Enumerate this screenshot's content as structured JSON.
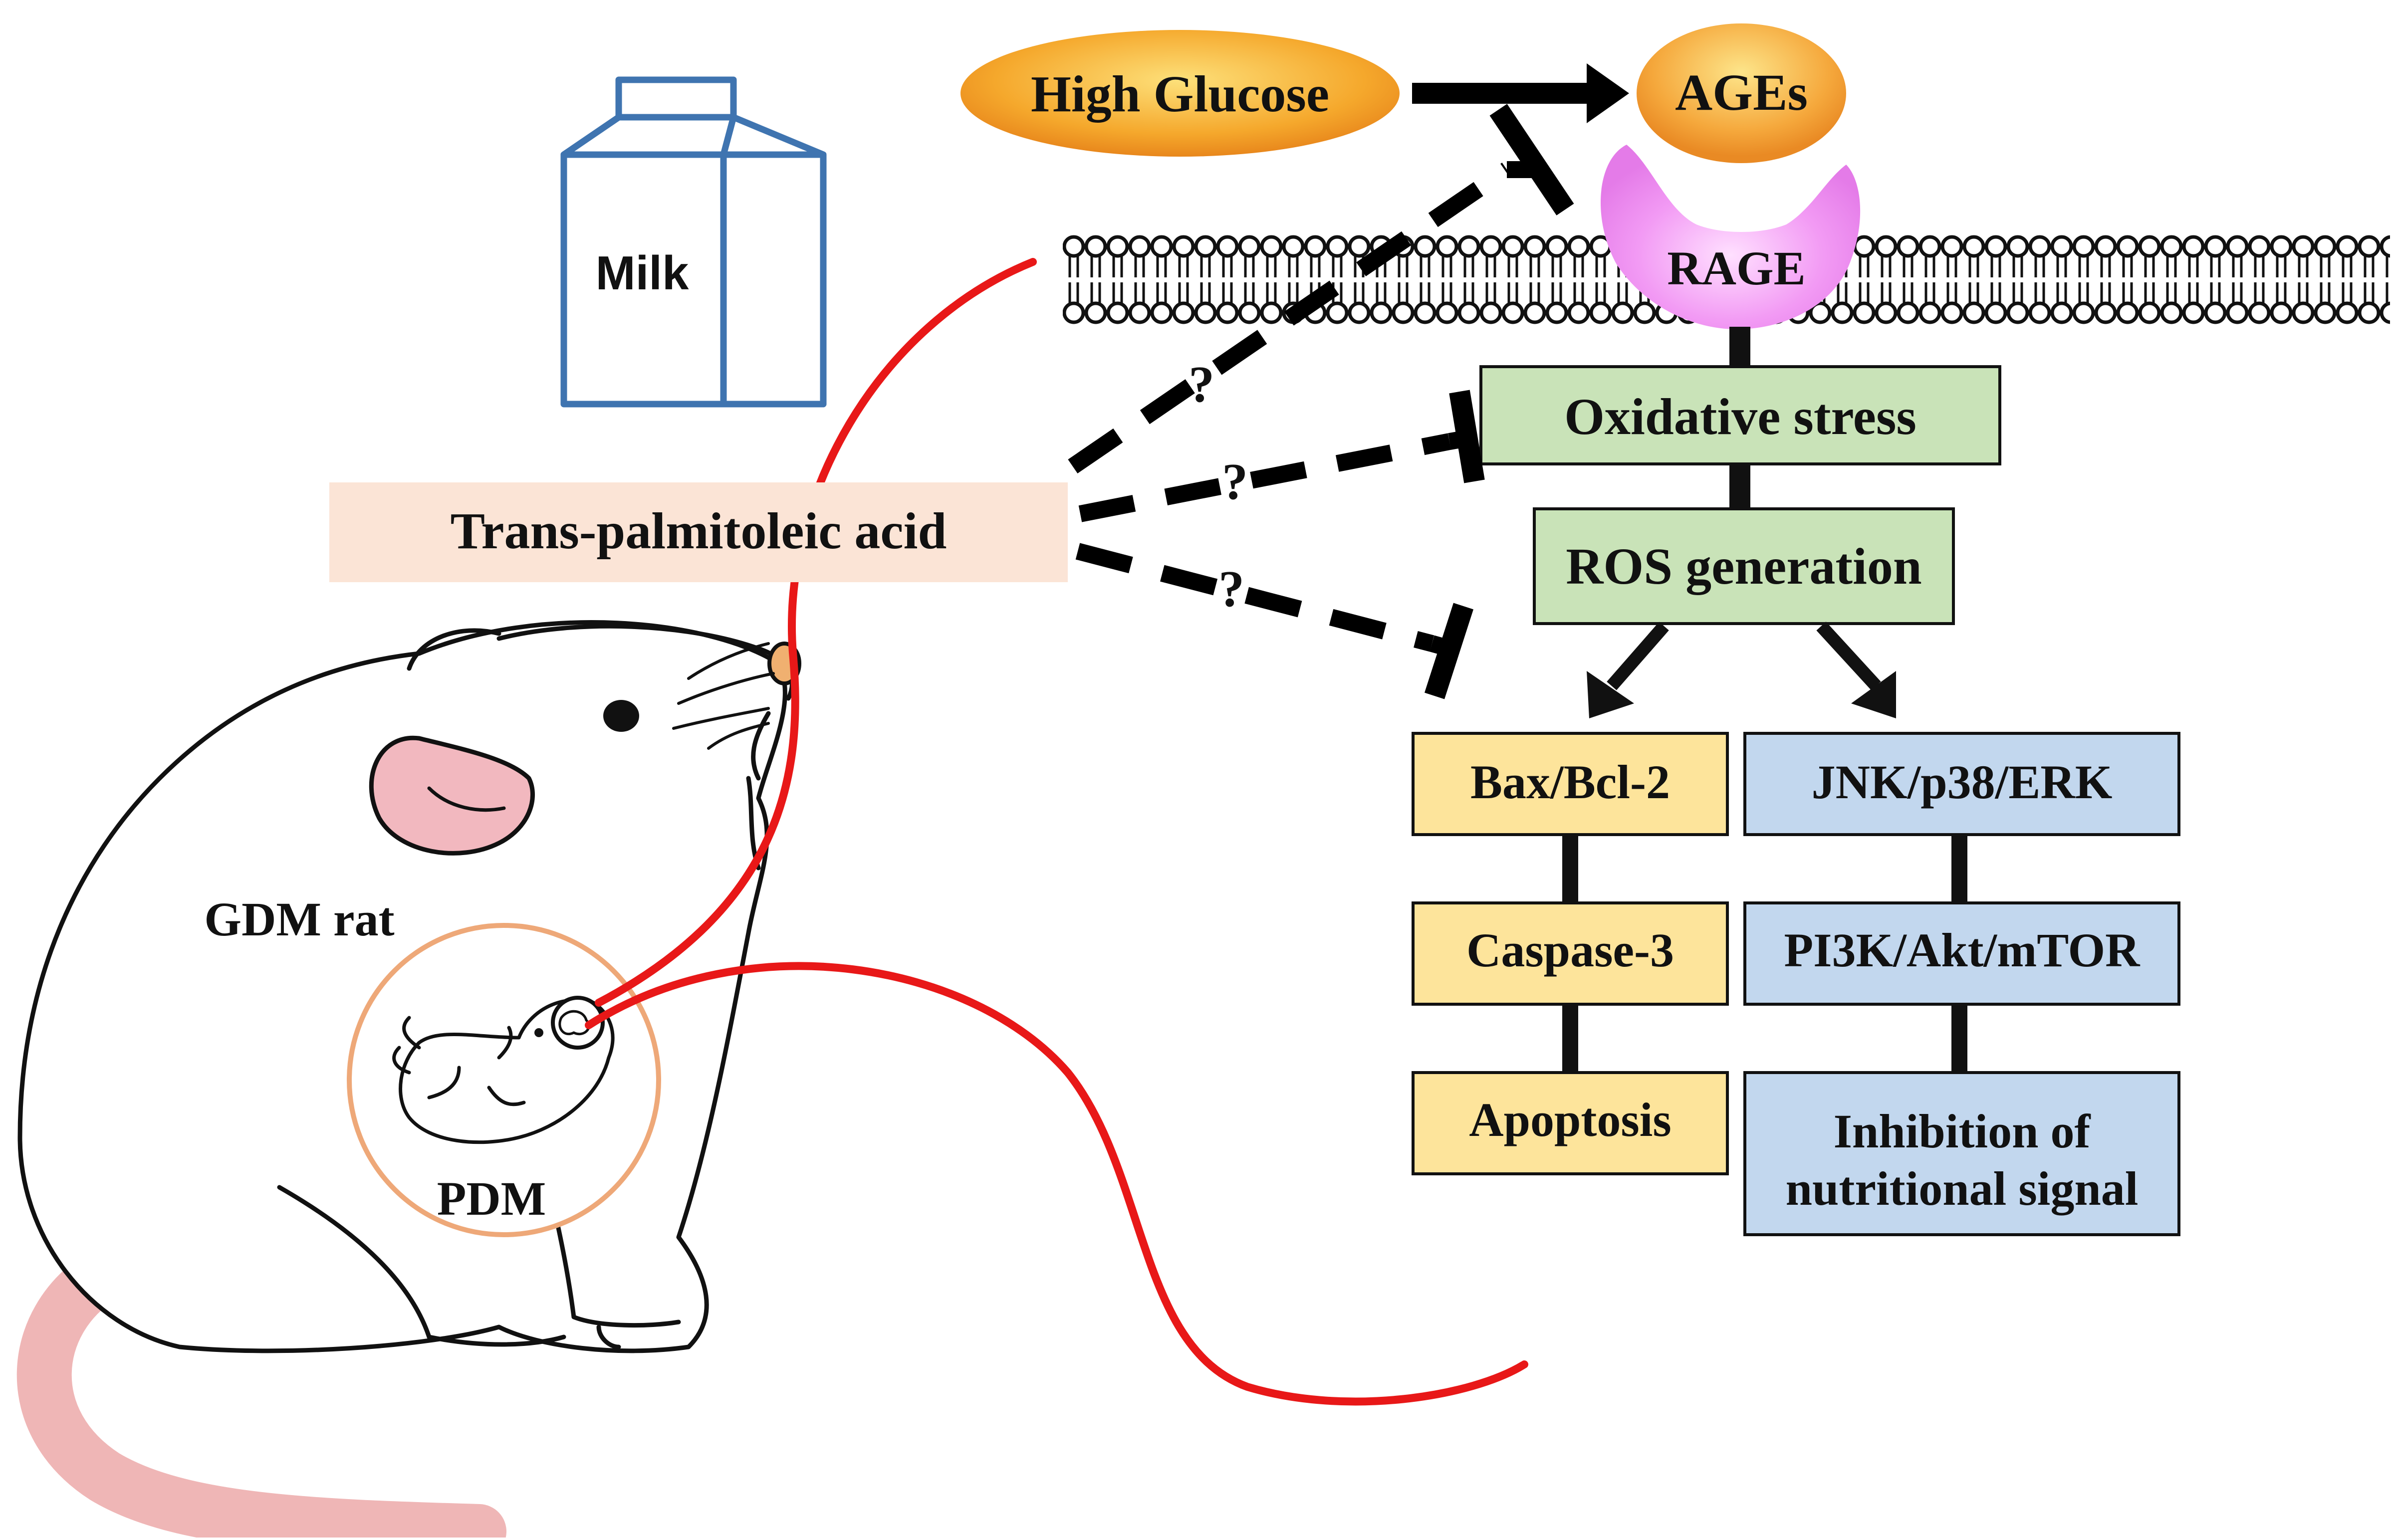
{
  "nodes": {
    "high_glucose": "High Glucose",
    "ages": "AGEs",
    "rage": "RAGE",
    "oxidative_stress": "Oxidative stress",
    "ros_generation": "ROS generation",
    "bax_bcl2": "Bax/Bcl-2",
    "caspase3": "Caspase-3",
    "apoptosis": "Apoptosis",
    "jnk": "JNK/p38/ERK",
    "pi3k": "PI3K/Akt/mTOR",
    "inhibition_line1": "Inhibition of",
    "inhibition_line2": "nutritional signal",
    "trans_palmitoleic": "Trans-palmitoleic acid",
    "milk": "Milk",
    "gdm_rat": "GDM rat",
    "pdm": "PDM",
    "question_mark": "?"
  },
  "colors": {
    "glucose_fill": "#f3a52a",
    "ages_fill": "#f5b041",
    "rage_fill": "#ee8ff0",
    "green_box": "#c9e3b8",
    "yellow_box": "#fde49b",
    "blue_box": "#c2d7ee",
    "tpa_box": "#fbe4d6",
    "red_line": "#e81818",
    "milk_blue": "#3f74b0",
    "tail_pink": "#efb6b6",
    "ear_pink": "#f2b8bf",
    "womb_orange": "#eea878"
  }
}
